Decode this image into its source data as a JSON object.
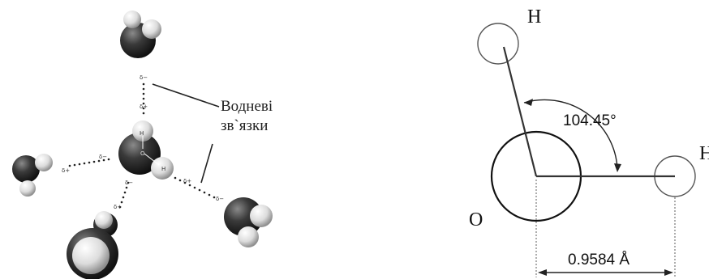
{
  "hbond_figure": {
    "label_line1": "Водневі",
    "label_line2": "зв`язки",
    "center_labels": {
      "h_top": "H",
      "o": "O",
      "h_right": "H"
    },
    "delta_minus": "δ−",
    "delta_plus": "δ+",
    "colors": {
      "oxygen": "#2e2e2e",
      "hydrogen": "#ececec",
      "bond_dots": "#222222"
    }
  },
  "geometry_figure": {
    "atom_h_top": "H",
    "atom_h_right": "H",
    "atom_o": "O",
    "angle_label": "104.45°",
    "length_label": "0.9584 Å"
  }
}
